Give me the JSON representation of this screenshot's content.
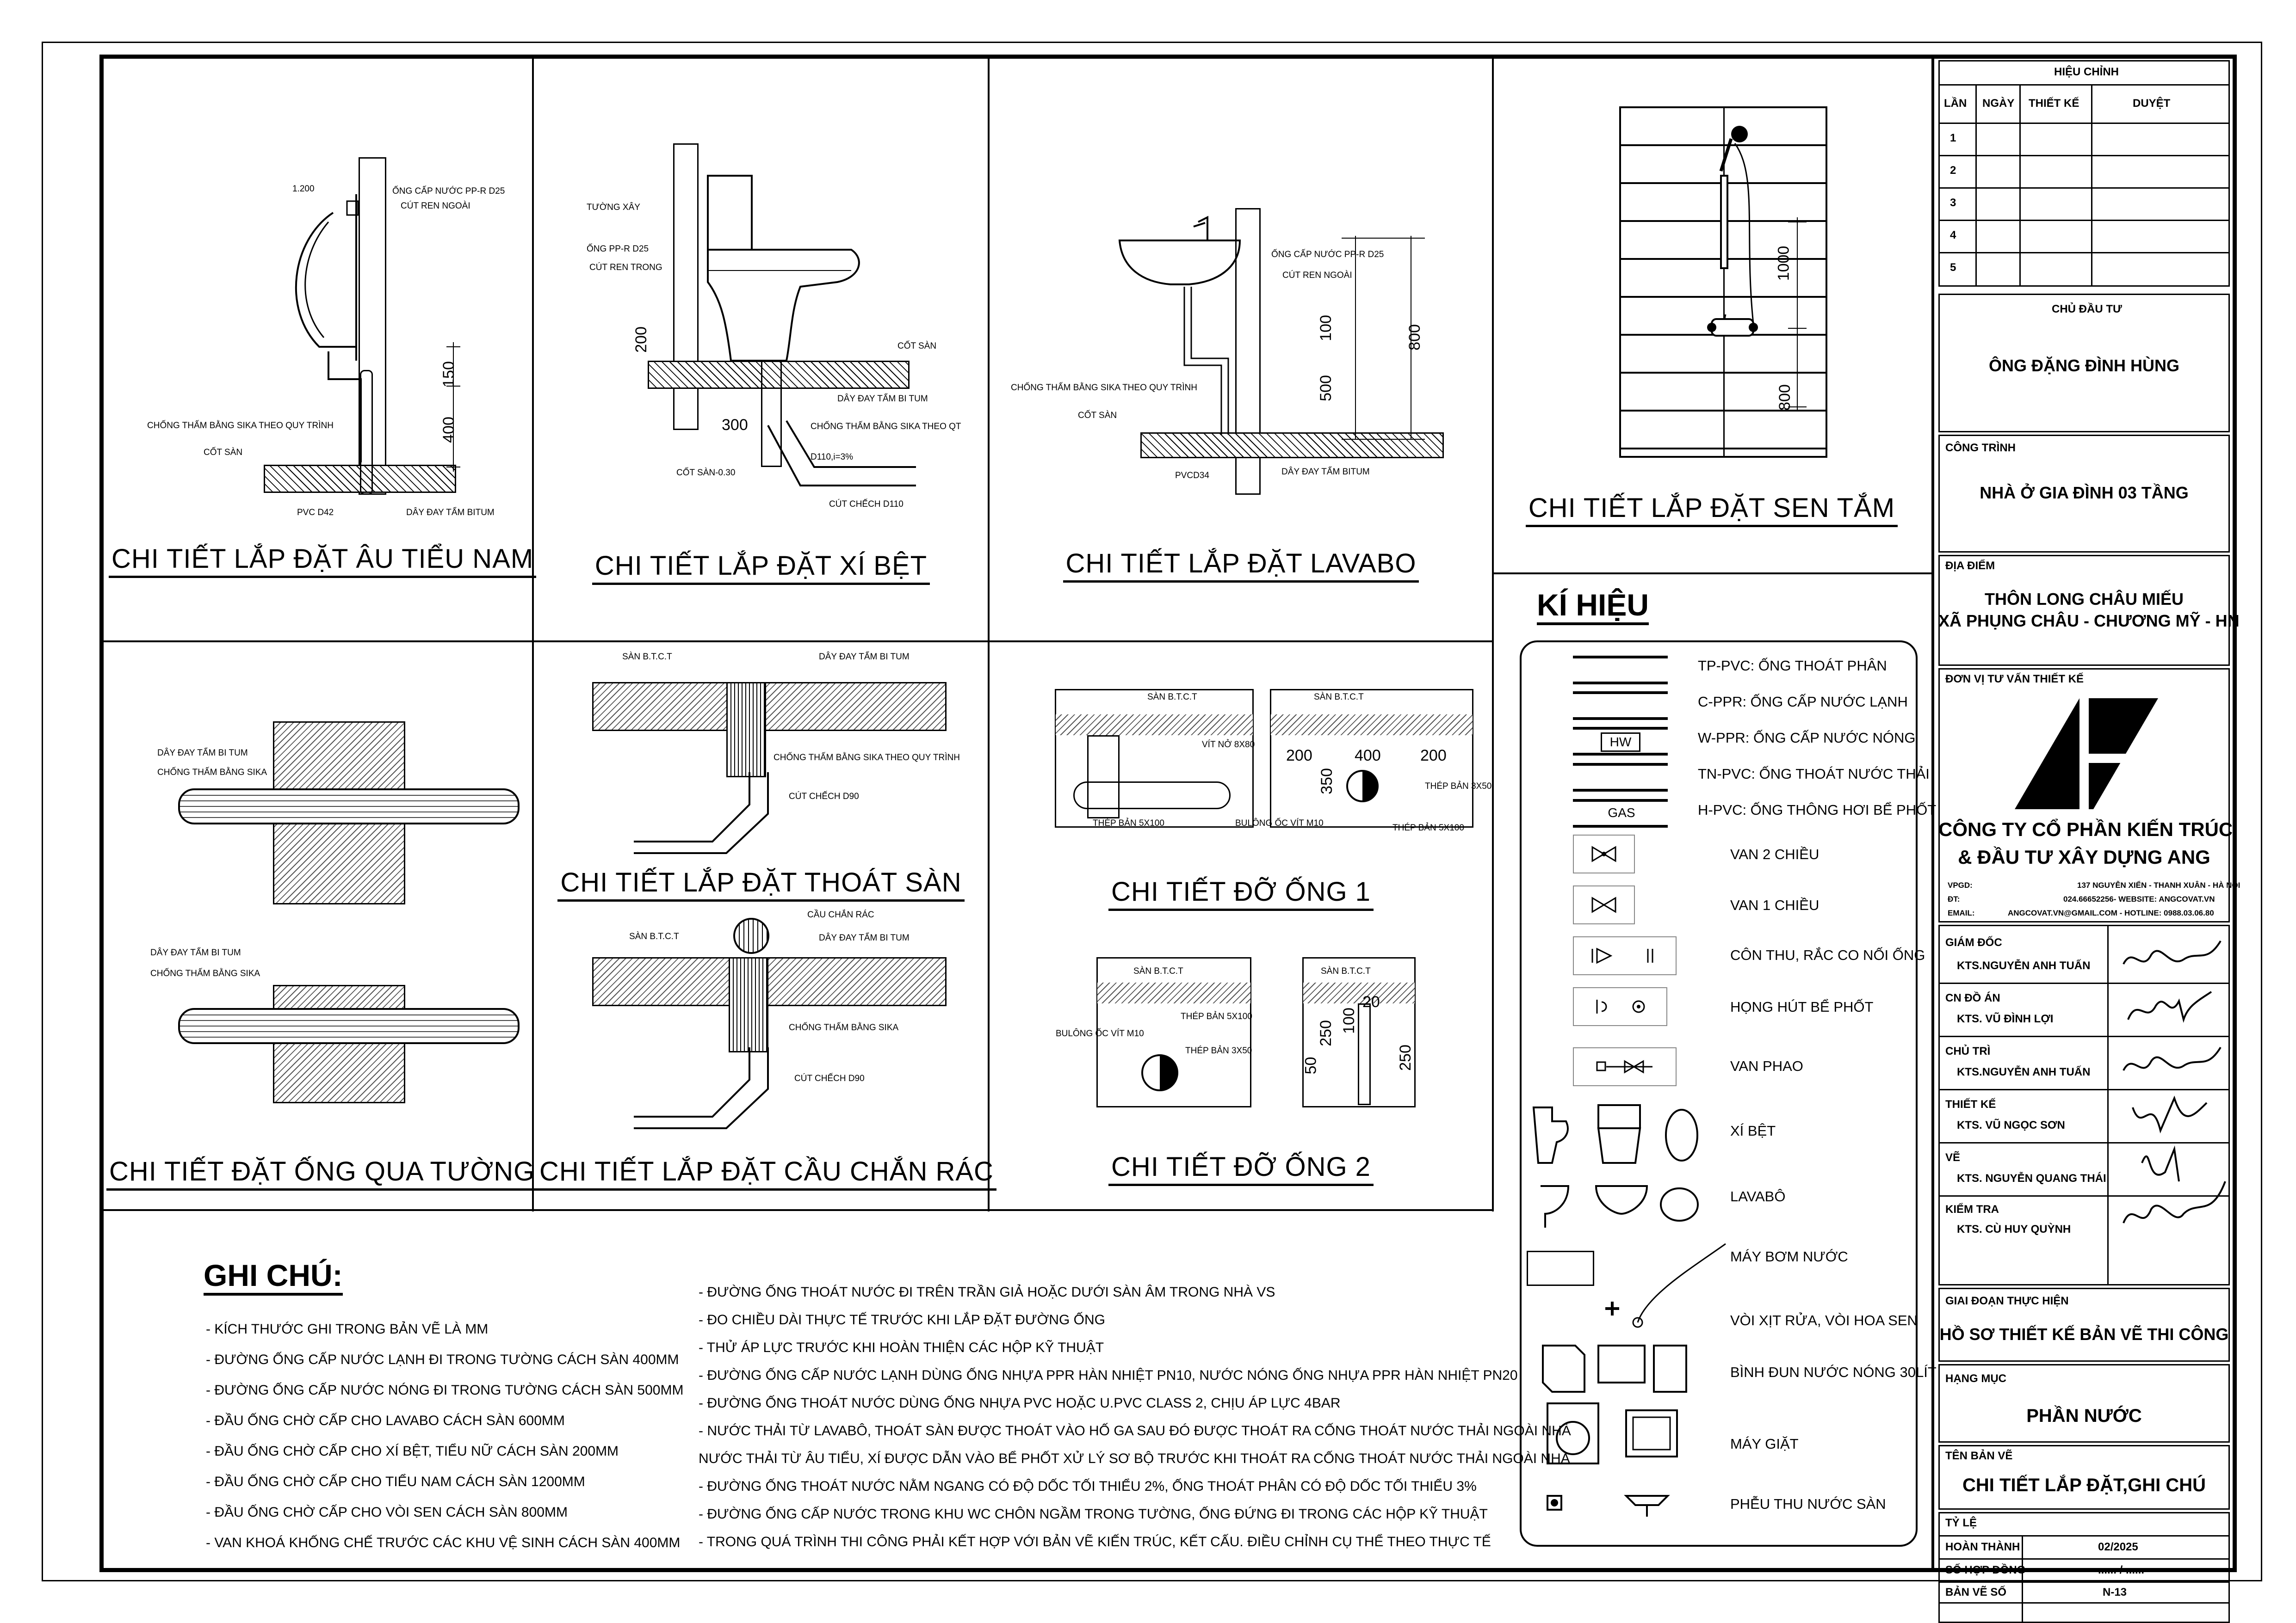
{
  "details": {
    "urinal": "CHI TIẾT LẮP ĐẶT ÂU TIỂU NAM",
    "toilet": "CHI TIẾT LẮP ĐẶT XÍ BỆT",
    "lavabo": "CHI TIẾT LẮP ĐẶT LAVABO",
    "shower": "CHI TIẾT LẮP ĐẶT SEN TẮM",
    "wall_pipe": "CHI TIẾT ĐẶT ỐNG QUA TƯỜNG",
    "floor_drain": "CHI TIẾT LẮP ĐẶT THOÁT SÀN",
    "trash_cap": "CHI TIẾT LẮP ĐẶT CẦU CHẮN RÁC",
    "support1": "CHI TIẾT ĐỠ ỐNG 1",
    "support2": "CHI TIẾT ĐỠ ỐNG 2"
  },
  "labels": {
    "u_1200": "1.200",
    "u_pipe": "ỐNG CẤP NƯỚC PP-R D25",
    "u_cut": "CÚT REN NGOÀI",
    "u_seal": "CHỐNG THẤM BẰNG SIKA THEO QUY TRÌNH",
    "u_floor": "CỐT SÀN",
    "u_pvc": "PVC D42",
    "u_bitum": "DÂY ĐAY TẨM BITUM",
    "u_150": "150",
    "u_400": "400",
    "t_wall": "TƯỜNG XÂY",
    "t_pipe": "ỐNG PP-R D25",
    "t_cut": "CÚT REN TRONG",
    "t_floor": "CỐT SÀN",
    "t_bitum": "DÂY ĐAY TẨM BI TUM",
    "t_seal": "CHỐNG THẤM BẰNG SIKA THEO QT",
    "t_d110": "D110,i=3%",
    "t_elbow": "CÚT CHẾCH D110",
    "t_floor2": "CỐT SÀN-0.30",
    "t_200": "200",
    "t_300": "300",
    "l_pipe": "ỐNG CẤP NƯỚC PP-R D25",
    "l_cut": "CÚT REN NGOÀI",
    "l_seal": "CHỐNG THẤM BẰNG SIKA THEO QUY TRÌNH",
    "l_floor": "CỐT SÀN",
    "l_pvc": "PVCD34",
    "l_bitum": "DÂY ĐAY TẨM BITUM",
    "l_100": "100",
    "l_500": "500",
    "l_800": "800",
    "s_1000": "1000",
    "s_800": "800",
    "w_bitum": "DÂY ĐAY TẨM BI TUM",
    "w_seal": "CHỐNG THẤM BẰNG SIKA",
    "f_slab": "SÀN B.T.C.T",
    "f_bitum": "DÂY ĐAY TẨM BI TUM",
    "f_seal": "CHỐNG THẤM BẰNG SIKA THEO QUY TRÌNH",
    "f_elbow": "CÚT CHẾCH D90",
    "c_slab": "SÀN B.T.C.T",
    "c_cap": "CẦU CHẮN RÁC",
    "c_bitum": "DÂY ĐAY TẨM BI TUM",
    "c_seal": "CHỐNG THẤM BẰNG SIKA",
    "c_elbow": "CÚT CHẾCH D90",
    "s1_slab": "SÀN B.T.C.T",
    "s1_screw": "VÍT NỞ 8X80",
    "s1_plate": "THÉP BẢN 5X100",
    "s1_bolt": "BULÔNG ỐC VÍT M10",
    "s1_slab2": "SÀN B.T.C.T",
    "s1_plate2": "THÉP BẢN 3X50",
    "s1_plate3": "THÉP BẢN 5X100",
    "s1_200a": "200",
    "s1_400": "400",
    "s1_200b": "200",
    "s1_350": "350",
    "s2_slab": "SÀN B.T.C.T",
    "s2_plate": "THÉP BẢN 5X100",
    "s2_bolt": "BULÔNG ỐC VÍT M10",
    "s2_plate2": "THÉP BẢN 3X50",
    "s2_slab2": "SÀN B.T.C.T",
    "s2_20": "20",
    "s2_100": "100",
    "s2_250a": "250",
    "s2_50": "50",
    "s2_250b": "250"
  },
  "notes": {
    "title": "GHI CHÚ:",
    "left": [
      "- KÍCH THƯỚC GHI TRONG BẢN VẼ LÀ MM",
      "- ĐƯỜNG ỐNG CẤP NƯỚC LẠNH ĐI TRONG TƯỜNG CÁCH SÀN 400MM",
      "- ĐƯỜNG ỐNG CẤP NƯỚC NÓNG ĐI TRONG TƯỜNG CÁCH SÀN 500MM",
      "- ĐẦU ỐNG CHỜ CẤP CHO LAVABO CÁCH SÀN 600MM",
      "- ĐẦU ỐNG CHỜ CẤP CHO XÍ BỆT, TIỂU NỮ CÁCH SÀN 200MM",
      "- ĐẦU ỐNG CHỜ CẤP CHO TIỂU NAM CÁCH SÀN 1200MM",
      "- ĐẦU ỐNG CHỜ CẤP CHO VÒI SEN CÁCH SÀN 800MM",
      "- VAN KHOÁ KHỐNG CHẾ TRƯỚC CÁC KHU VỆ SINH CÁCH SÀN 400MM"
    ],
    "right": [
      "- ĐƯỜNG ỐNG THOÁT NƯỚC ĐI TRÊN TRẦN GIẢ HOẶC DƯỚI SÀN ÂM TRONG NHÀ VS",
      "- ĐO CHIỀU DÀI THỰC TẾ TRƯỚC KHI LẮP ĐẶT ĐƯỜNG ỐNG",
      "- THỬ ÁP LỰC TRƯỚC KHI HOÀN THIỆN CÁC HỘP KỸ THUẬT",
      "- ĐƯỜNG ỐNG CẤP NƯỚC LẠNH DÙNG ỐNG NHỰA PPR HÀN NHIỆT PN10, NƯỚC NÓNG ỐNG NHỰA PPR HÀN NHIỆT PN20",
      "- ĐƯỜNG ỐNG THOÁT NƯỚC DÙNG ỐNG NHỰA PVC HOẶC U.PVC CLASS 2, CHỊU ÁP LỰC 4BAR",
      "- NƯỚC THẢI TỪ LAVABÔ, THOÁT SÀN ĐƯỢC THOÁT VÀO HỐ GA SAU ĐÓ ĐƯỢC THOÁT RA CỐNG THOÁT NƯỚC THẢI NGOÀI NHÀ",
      "  NƯỚC THẢI TỪ ÂU TIỂU, XÍ ĐƯỢC DẪN VÀO BỂ PHỐT XỬ LÝ SƠ BỘ TRƯỚC KHI THOÁT RA CỐNG THOÁT NƯỚC THẢI NGOÀI NHÀ",
      "- ĐƯỜNG ỐNG THOÁT NƯỚC NẰM NGANG CÓ ĐỘ DỐC TỐI THIỂU 2%, ỐNG THOÁT PHÂN CÓ ĐỘ DỐC TỐI THIỂU 3%",
      "- ĐƯỜNG ỐNG CẤP NƯỚC TRONG KHU WC CHÔN NGẦM TRONG TƯỜNG, ỐNG ĐỨNG ĐI TRONG CÁC HỘP KỸ THUẬT",
      "- TRONG QUÁ TRÌNH THI CÔNG PHẢI KẾT HỢP VỚI BẢN VẼ KIẾN TRÚC, KẾT CẤU. ĐIỀU CHỈNH CỤ THỂ THEO THỰC TẾ"
    ]
  },
  "legend": {
    "title": "KÍ HIỆU",
    "items": [
      "TP-PVC: ỐNG THOÁT PHÂN",
      "C-PPR: ỐNG CẤP NƯỚC LẠNH",
      "W-PPR: ỐNG CẤP NƯỚC NÓNG",
      "TN-PVC: ỐNG THOÁT NƯỚC THẢI",
      "H-PVC: ỐNG THÔNG HƠI BỂ PHỐT",
      "VAN 2 CHIỀU",
      "VAN 1 CHIỀU",
      "CÔN THU, RẮC CO NỐI ỐNG",
      "HỌNG HÚT BỂ PHỐT",
      "VAN PHAO",
      "XÍ BỆT",
      "LAVABÔ",
      "MÁY BƠM NƯỚC",
      "VÒI XỊT RỬA, VÒI HOA SEN",
      "BÌNH ĐUN NƯỚC NÓNG 30LÍT",
      "MÁY GIẶT",
      "PHỄU THU NƯỚC SÀN"
    ],
    "hw": "HW",
    "gas": "GAS"
  },
  "titleblock": {
    "revision": "HIỆU CHỈNH",
    "rev_cols": [
      "LẦN",
      "NGÀY",
      "THIẾT KẾ",
      "DUYỆT"
    ],
    "rev_rows": [
      "1",
      "2",
      "3",
      "4",
      "5"
    ],
    "owner_label": "CHỦ ĐẦU TƯ",
    "owner": "ÔNG ĐẶNG ĐÌNH HÙNG",
    "project_label": "CÔNG TRÌNH",
    "project": "NHÀ Ở GIA ĐÌNH 03 TẦNG",
    "location_label": "ĐỊA ĐIỂM",
    "location1": "THÔN LONG CHÂU MIẾU",
    "location2": "XÃ PHỤNG CHÂU - CHƯƠNG MỸ - HN",
    "consultant_label": "ĐƠN VỊ TƯ VẤN THIẾT KẾ",
    "company1": "CÔNG TY CỔ PHẦN KIẾN TRÚC",
    "company2": "& ĐẦU TƯ XÂY DỰNG ANG",
    "vpgd_label": "VPGD:",
    "vpgd": "137 NGUYỄN XIỂN - THANH XUÂN - HÀ NỘI",
    "dt_label": "ĐT:",
    "dt": "024.66652256- WEBSITE: ANGCOVAT.VN",
    "email_label": "EMAIL:",
    "email": "ANGCOVAT.VN@GMAIL.COM - HOTLINE: 0988.03.06.80",
    "people": [
      {
        "role": "GIÁM ĐỐC",
        "name": "KTS.NGUYỄN ANH TUẤN"
      },
      {
        "role": "CN ĐỒ ÁN",
        "name": "KTS. VŨ ĐÌNH LỢI"
      },
      {
        "role": "CHỦ TRÌ",
        "name": "KTS.NGUYỄN ANH TUẤN"
      },
      {
        "role": "THIẾT KẾ",
        "name": "KTS. VŨ NGỌC SƠN"
      },
      {
        "role": "VẼ",
        "name": "KTS. NGUYỄN QUANG THÁI"
      },
      {
        "role": "KIỂM TRA",
        "name": "KTS. CÙ HUY QUỲNH"
      }
    ],
    "phase_label": "GIAI ĐOẠN THỰC HIỆN",
    "phase": "HỒ SƠ THIẾT KẾ BẢN VẼ THI CÔNG",
    "item_label": "HẠNG MỤC",
    "item": "PHẦN NƯỚC",
    "sheet_label": "TÊN BẢN VẼ",
    "sheet_name": "CHI TIẾT LẮP ĐẶT,GHI CHÚ",
    "scale_label": "TỶ LỆ",
    "done_label": "HOÀN THÀNH",
    "done": "02/2025",
    "contract_label": "SỐ HỢP ĐỒNG",
    "contract": "...... / ......",
    "sheetno_label": "BẢN VẼ SỐ",
    "sheetno": "N-13"
  }
}
